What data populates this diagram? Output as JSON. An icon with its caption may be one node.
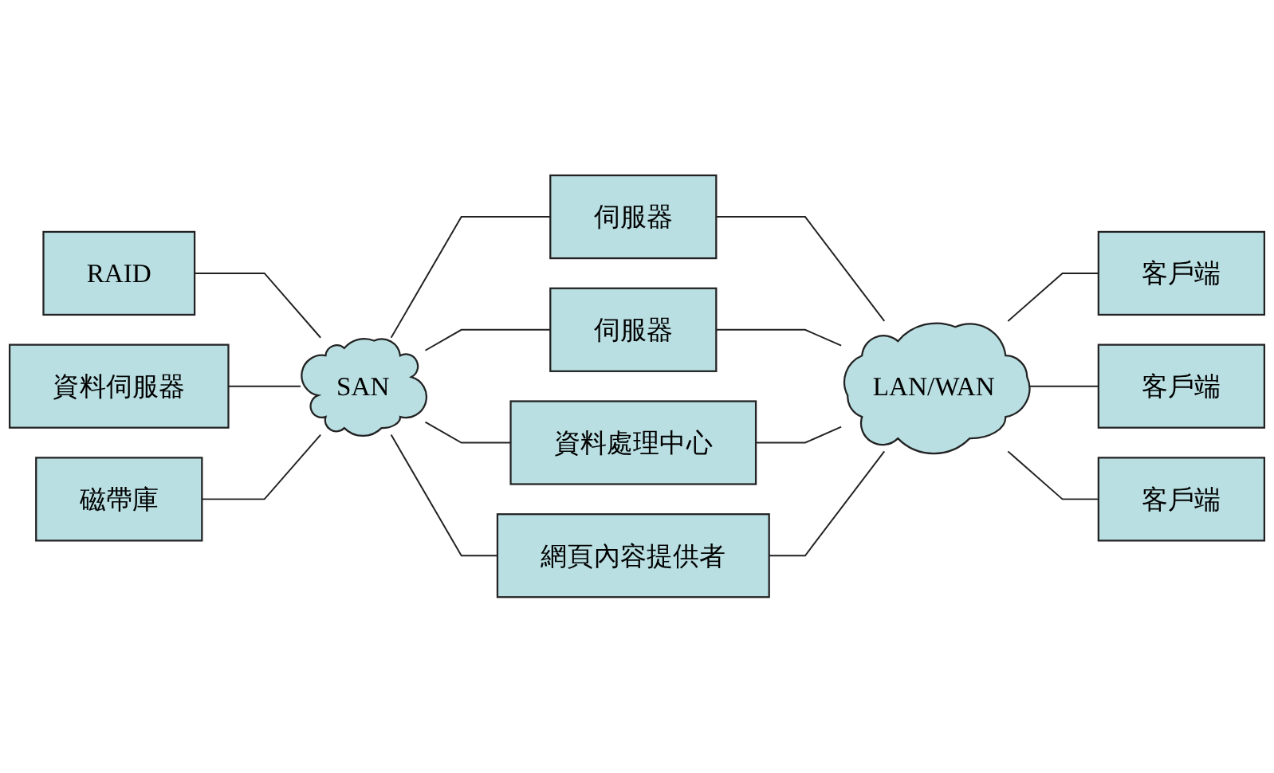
{
  "diagram": {
    "nodes": [
      {
        "text": [
          "伺服器"
        ]
      },
      {
        "text": [
          "伺服器"
        ]
      },
      {
        "text": [
          "LAN/WAN"
        ]
      },
      {
        "text": [
          "客戶端"
        ]
      },
      {
        "text": [
          "客戶端"
        ]
      },
      {
        "text": [
          "客戶端"
        ]
      },
      {
        "text": [
          "RAID"
        ]
      },
      {
        "text": [
          "資料伺服器"
        ]
      },
      {
        "text": [
          "SAN"
        ]
      },
      {
        "text": [
          "資料處理中心"
        ]
      },
      {
        "text": [
          "磁帶庫"
        ]
      },
      {
        "text": [
          "網頁內容提供者"
        ]
      }
    ],
    "edges": [
      {
        "from": 8,
        "to": 0,
        "arrow": "none"
      },
      {
        "from": 0,
        "to": 2,
        "arrow": "none"
      },
      {
        "from": 1,
        "to": 2,
        "arrow": "none"
      },
      {
        "from": 8,
        "to": 1,
        "arrow": "none"
      },
      {
        "from": 2,
        "to": 3,
        "arrow": "none"
      },
      {
        "from": 2,
        "to": 4,
        "arrow": "none"
      },
      {
        "from": 2,
        "to": 5,
        "arrow": "none"
      },
      {
        "from": 6,
        "to": 8,
        "arrow": "none"
      },
      {
        "from": 7,
        "to": 8,
        "arrow": "none"
      },
      {
        "from": 10,
        "to": 8,
        "arrow": "none"
      },
      {
        "from": 8,
        "to": 9,
        "arrow": "none"
      },
      {
        "from": 9,
        "to": 2,
        "arrow": "none"
      },
      {
        "from": 8,
        "to": 11,
        "arrow": "none"
      },
      {
        "from": 11,
        "to": 2,
        "arrow": "none"
      }
    ]
  }
}
